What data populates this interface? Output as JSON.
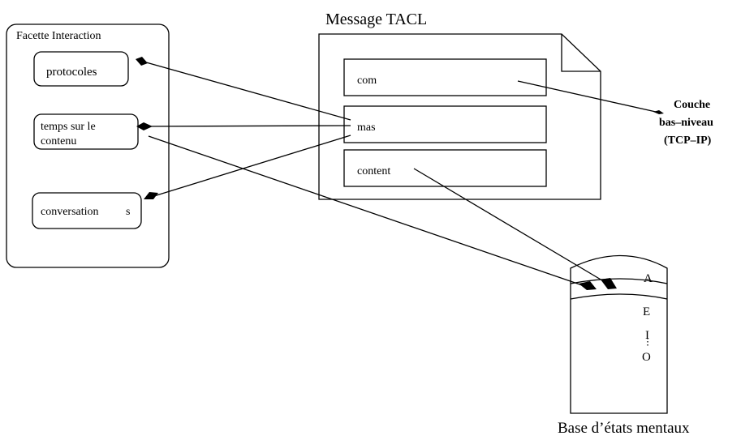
{
  "facet": {
    "title": "Facette Interaction",
    "items": [
      {
        "id": "protocoles",
        "label": "protocoles"
      },
      {
        "id": "temps",
        "label_line1": "temps sur le",
        "label_line2": "contenu"
      },
      {
        "id": "conversations",
        "label": "conversation",
        "label_suffix": "s"
      }
    ]
  },
  "message": {
    "title": "Message TACL",
    "fields": [
      {
        "id": "com",
        "label": "com"
      },
      {
        "id": "mas",
        "label": "mas"
      },
      {
        "id": "content",
        "label": "content"
      }
    ]
  },
  "lower_layer": {
    "line1": "Couche",
    "line2": "bas–niveau",
    "line3": "(TCP–IP)"
  },
  "mental_state_base": {
    "title": "Base d’états mentaux",
    "letters": [
      "A",
      "E",
      "I",
      "O"
    ]
  }
}
